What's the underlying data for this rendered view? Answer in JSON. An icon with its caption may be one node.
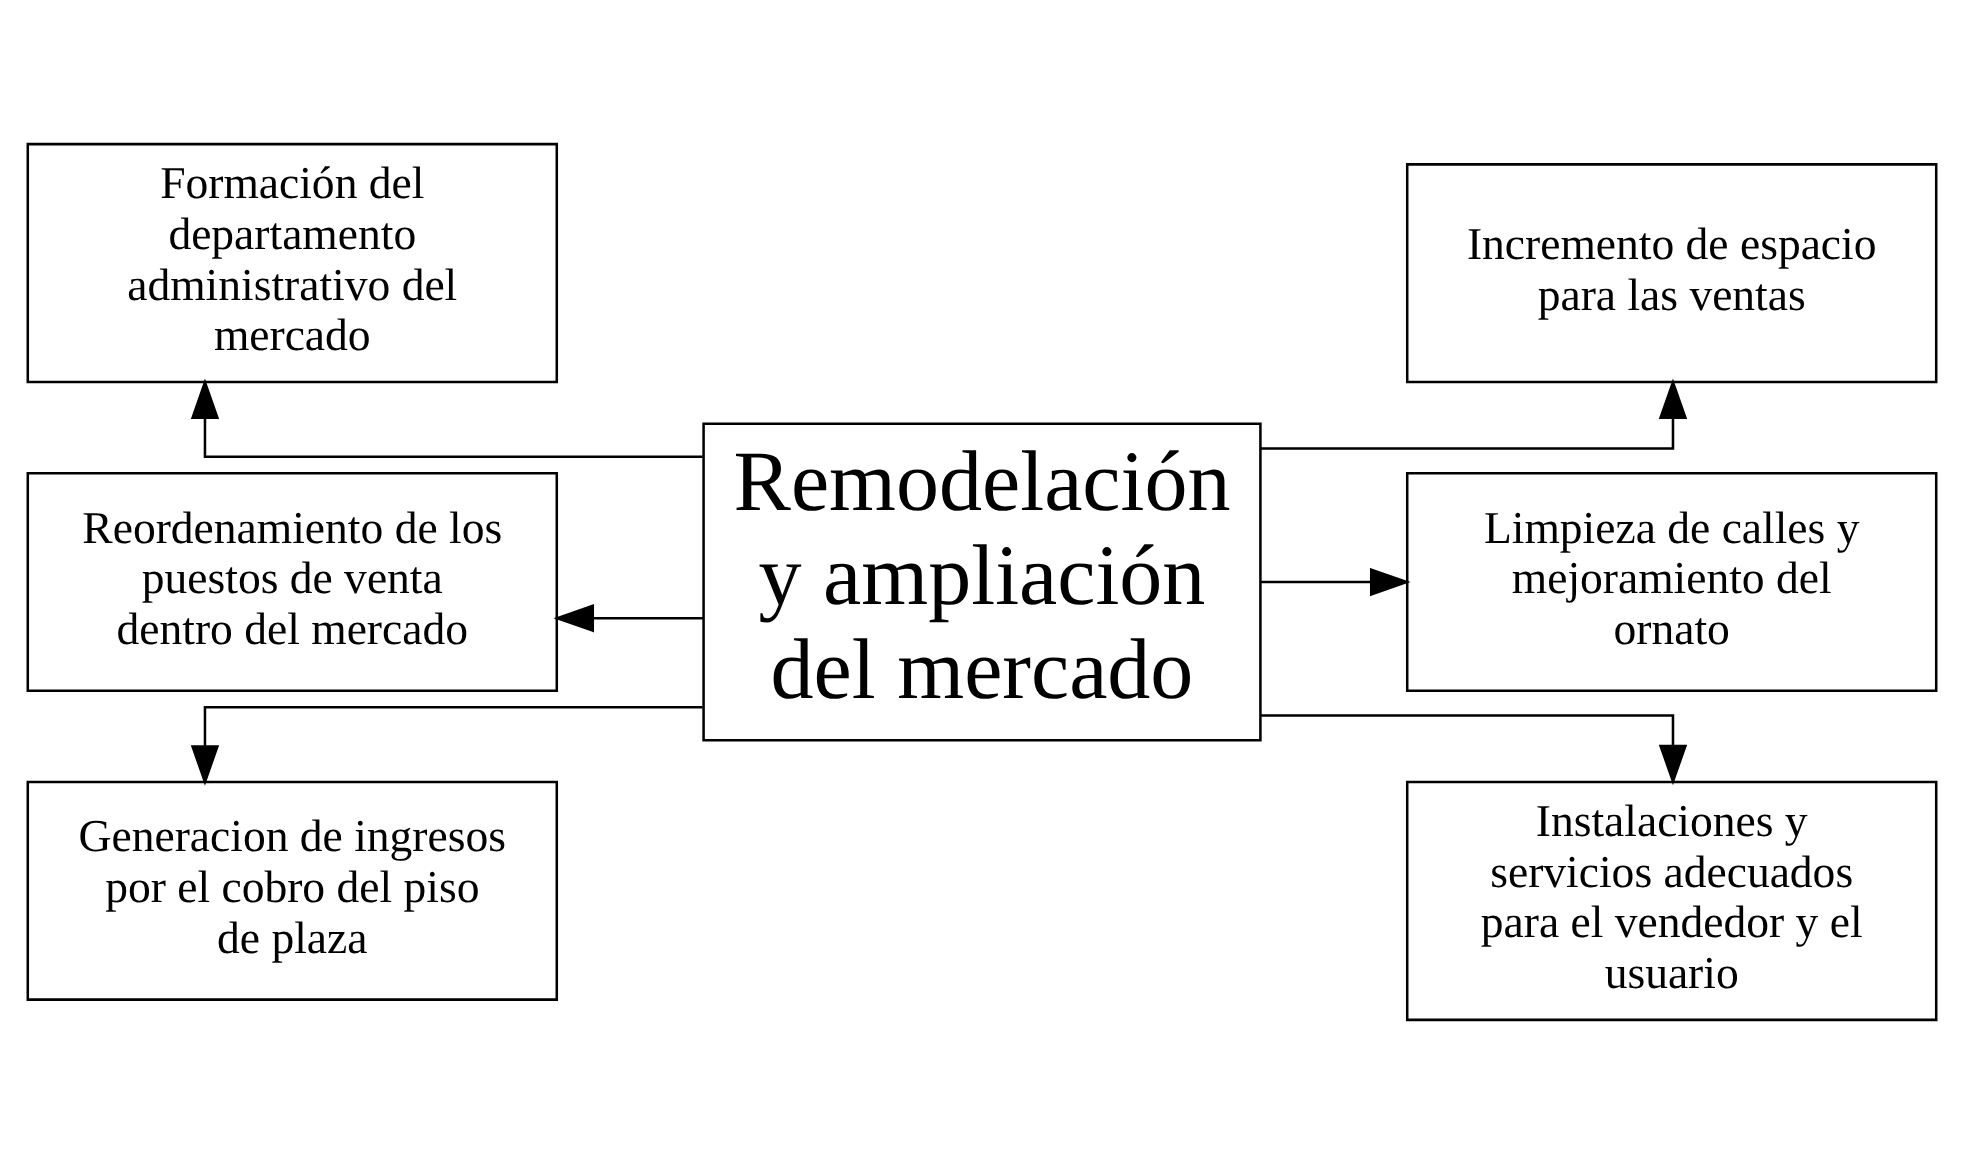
{
  "diagram": {
    "nodes": [
      {
        "text": [
          "Remodelación y ampliación del mercado"
        ]
      },
      {
        "text": [
          "Formación del departamento administrativo del mercado"
        ]
      },
      {
        "text": [
          "Reordenamiento de los puestos de venta dentro del mercado"
        ]
      },
      {
        "text": [
          "Generacion de ingresos por el cobro del piso de plaza"
        ]
      },
      {
        "text": [
          "Incremento de espacio para las ventas"
        ]
      },
      {
        "text": [
          "Limpieza de calles y mejoramiento del ornato"
        ]
      },
      {
        "text": [
          "Instalaciones y servicios adecuados para el vendedor y el usuario"
        ]
      }
    ],
    "edges": [
      {
        "from": 0,
        "to": 1,
        "arrow": "to"
      },
      {
        "from": 0,
        "to": 2,
        "arrow": "to"
      },
      {
        "from": 0,
        "to": 3,
        "arrow": "to"
      },
      {
        "from": 0,
        "to": 4,
        "arrow": "to"
      },
      {
        "from": 0,
        "to": 5,
        "arrow": "to"
      },
      {
        "from": 0,
        "to": 6,
        "arrow": "to"
      }
    ]
  }
}
